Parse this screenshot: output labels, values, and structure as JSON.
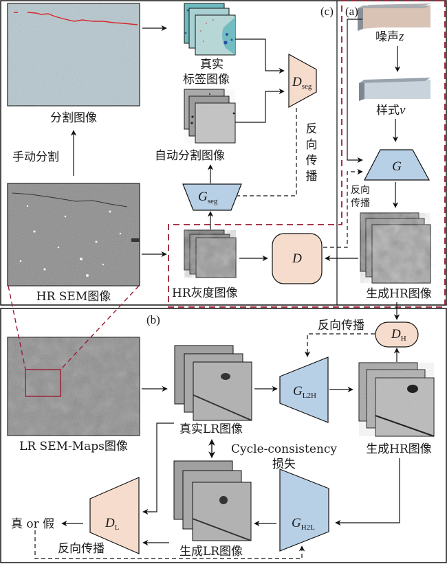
{
  "panels": {
    "a": "(a)",
    "b": "(b)",
    "c": "(c)"
  },
  "colors": {
    "generator_fill": "#b8d0e6",
    "discriminator_fill": "#f6dccd",
    "dashed_box": "#9b1b30",
    "noise_block": "#d9c3b4",
    "style_block": "#c9d3dc",
    "seg_fill": "#b4d6d8",
    "sem_gray": "#8c8c8c"
  },
  "panel_c": {
    "segmented_image": "分割图像",
    "manual_segmentation": "手动分割",
    "hr_sem_image": "HR SEM图像",
    "real_label_line1": "真实",
    "real_label_line2": "标签图像",
    "auto_seg_image": "自动分割图像",
    "hr_gray_image": "HR灰度图像",
    "d_seg": {
      "main": "D",
      "sub": "seg"
    },
    "g_seg": {
      "main": "G",
      "sub": "seg"
    },
    "backprop_chars": [
      "反",
      "向",
      "传",
      "播"
    ],
    "d": {
      "main": "D"
    }
  },
  "panel_a": {
    "noise": {
      "text": "噪声",
      "var": "z"
    },
    "style": {
      "text": "样式",
      "var": "v"
    },
    "g": {
      "main": "G"
    },
    "backprop_line1": "反向",
    "backprop_line2": "传播",
    "generated_hr": "生成HR图像"
  },
  "panel_b": {
    "lr_sem_maps": "LR SEM-Maps图像",
    "real_lr": "真实LR图像",
    "g_l2h": {
      "main": "G",
      "sub": "L2H"
    },
    "generated_hr": "生成HR图像",
    "d_h": {
      "main": "D",
      "sub": "H"
    },
    "backprop_top": "反向传播",
    "cycle_line1": "Cycle-consistency",
    "cycle_line2": "损失",
    "g_h2l": {
      "main": "G",
      "sub": "H2L"
    },
    "generated_lr": "生成LR图像",
    "d_l": {
      "main": "D",
      "sub": "L"
    },
    "real_or_fake": "真 or 假",
    "backprop_bottom": "反向传播"
  }
}
